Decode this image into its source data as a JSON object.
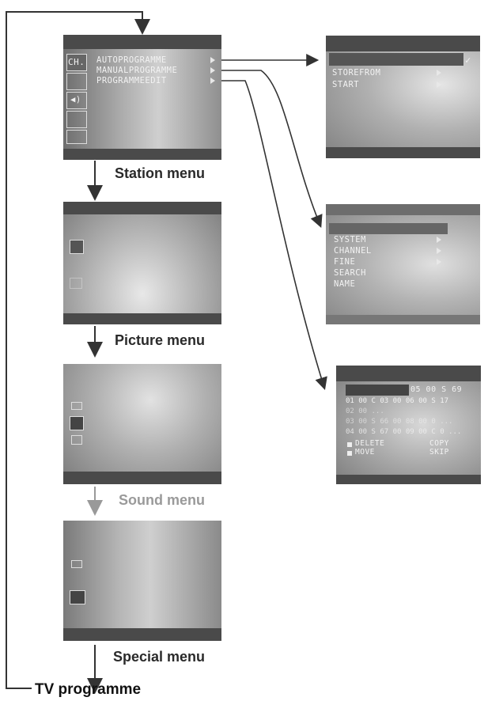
{
  "station_menu": {
    "caption": "Station menu",
    "icon_label": "CH.",
    "items": [
      "AUTOPROGRAMME",
      "MANUALPROGRAMME",
      "PROGRAMMEEDIT"
    ]
  },
  "picture_menu": {
    "caption": "Picture menu"
  },
  "sound_menu": {
    "caption": "Sound menu"
  },
  "special_menu": {
    "caption": "Special menu"
  },
  "auto_programme_submenu": {
    "items": [
      "STOREFROM",
      "START"
    ],
    "check": "✓"
  },
  "manual_programme_submenu": {
    "items": [
      "SYSTEM",
      "CHANNEL",
      "FINE",
      "SEARCH",
      "NAME"
    ]
  },
  "programme_edit_submenu": {
    "header": "05 00 S 69",
    "rows": [
      "01 00 C 03 00 06 00 S 17",
      "02 00 ...",
      "03 00 S 66 00 08 00 0 ...",
      "04 00 S 67 00 09 00 C 0 ..."
    ],
    "actions": [
      "DELETE",
      "COPY",
      "MOVE",
      "SKIP"
    ]
  },
  "footer": {
    "label": "TV programme"
  },
  "colors": {
    "line": "#333333",
    "screen_dark": "#4a4a4a",
    "sound_caption": "#9a9a9a"
  }
}
